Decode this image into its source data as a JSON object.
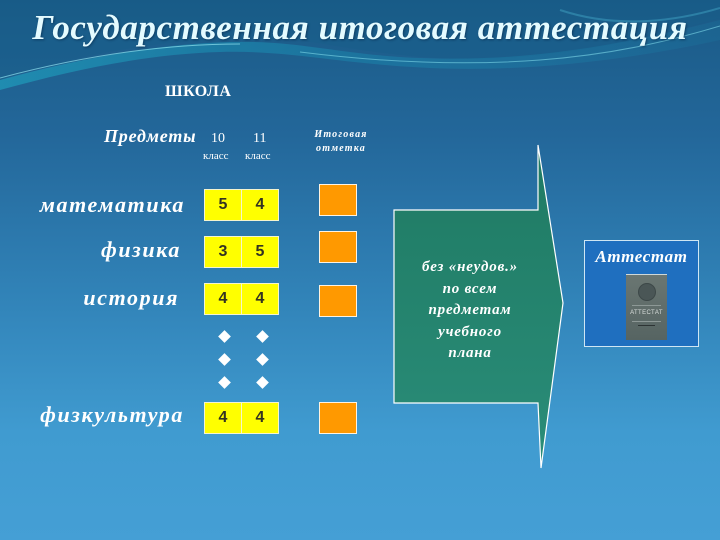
{
  "slide": {
    "title": "Государственная итоговая аттестация",
    "school_label": "ШКОЛА"
  },
  "table_header": {
    "subjects_label": "Предметы",
    "grade10": {
      "number": "10",
      "label": "класс"
    },
    "grade11": {
      "number": "11",
      "label": "класс"
    },
    "final_mark": {
      "line1": "Итоговая",
      "line2": "отметка"
    }
  },
  "rows": [
    {
      "subject": "математика",
      "grade10": "5",
      "grade11": "4"
    },
    {
      "subject": "физика",
      "grade10": "3",
      "grade11": "5"
    },
    {
      "subject": "история",
      "grade10": "4",
      "grade11": "4"
    },
    {
      "subject": "физкультура",
      "grade10": "4",
      "grade11": "4"
    }
  ],
  "ellipsis": {
    "icon": "diamond-bullet-icon",
    "count_per_column": 3
  },
  "arrow": {
    "lines": [
      "без «неудов.»",
      "по всем",
      "предметам",
      "учебного",
      "плана"
    ]
  },
  "certificate": {
    "label": "Аттестат",
    "book_text": "АТТЕСТАТ"
  },
  "colors": {
    "grade_cell": "#ffff00",
    "final_mark_cell": "#ff9900",
    "arrow_fill": "#24806c",
    "certificate_fill": "#1f6fbf",
    "title_text": "#e4fbff"
  }
}
